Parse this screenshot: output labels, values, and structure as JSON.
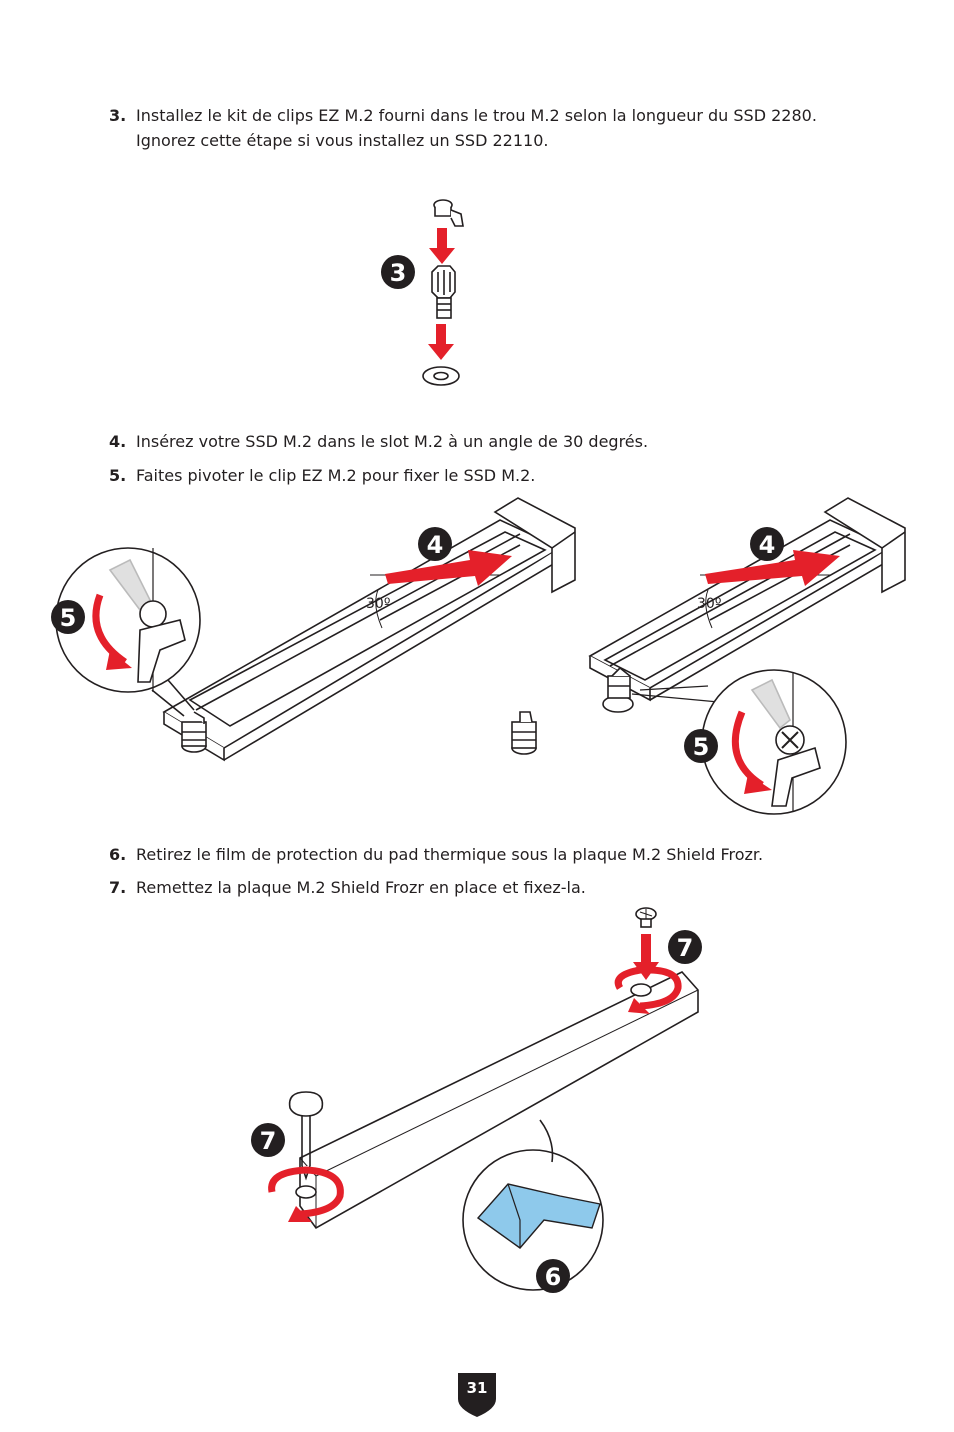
{
  "steps": [
    {
      "num": "3.",
      "text": "Installez le kit de clips EZ M.2 fourni dans le trou M.2 selon la longueur du SSD 2280. Ignorez cette étape si vous installez un SSD 22110."
    },
    {
      "num": "4.",
      "text": "Insérez votre SSD M.2 dans le slot M.2 à un angle de 30 degrés."
    },
    {
      "num": "5.",
      "text": "Faites pivoter le clip EZ M.2 pour fixer le SSD M.2."
    },
    {
      "num": "6.",
      "text": "Retirez le film de protection du pad thermique sous la plaque M.2 Shield Frozr."
    },
    {
      "num": "7.",
      "text": "Remettez la plaque M.2 Shield Frozr en place et fixez-la."
    }
  ],
  "figures": {
    "badge_3": "3",
    "badge_4a": "4",
    "badge_4b": "4",
    "badge_5a": "5",
    "badge_5b": "5",
    "badge_6": "6",
    "badge_7a": "7",
    "badge_7b": "7",
    "angle_a": "30º",
    "angle_b": "30º"
  },
  "colors": {
    "accent_red": "#e4202a",
    "badge": "#231f20",
    "thermal_pad": "#8ec9eb"
  },
  "page_number": "31"
}
